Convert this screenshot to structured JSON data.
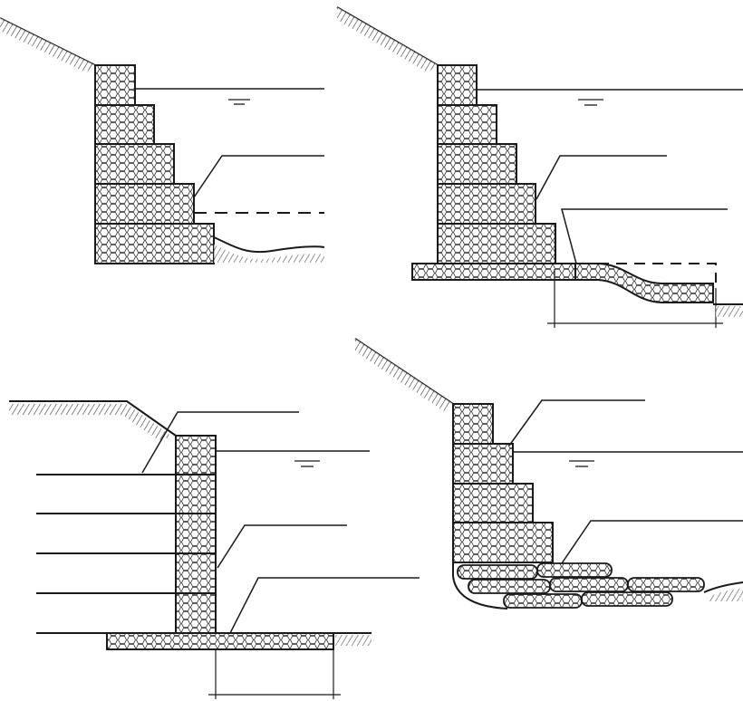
{
  "colors": {
    "line": "#1a1a1a",
    "paper": "#ffffff",
    "mesh": "#2a2a2a"
  },
  "panels": [
    {
      "id": "panel-a",
      "label": "",
      "description_text": ""
    },
    {
      "id": "panel-b",
      "label": "",
      "description_text": ""
    },
    {
      "id": "panel-c",
      "label": "",
      "description_text": ""
    },
    {
      "id": "panel-d",
      "label": "",
      "description_text": ""
    }
  ]
}
